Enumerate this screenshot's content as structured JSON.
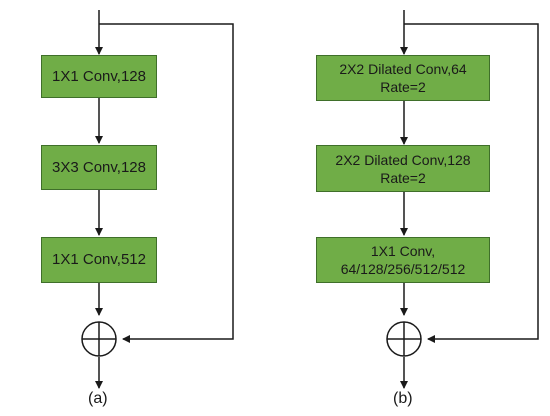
{
  "diagram_a": {
    "caption": "(a)",
    "blocks": [
      {
        "line1": "1X1 Conv,128"
      },
      {
        "line1": "3X3 Conv,128"
      },
      {
        "line1": "1X1 Conv,512"
      }
    ]
  },
  "diagram_b": {
    "caption": "(b)",
    "blocks": [
      {
        "line1": "2X2 Dilated Conv,64",
        "line2": "Rate=2"
      },
      {
        "line1": "2X2 Dilated Conv,128",
        "line2": "Rate=2"
      },
      {
        "line1": "1X1 Conv,",
        "line2": "64/128/256/512/512"
      }
    ]
  },
  "colors": {
    "block_fill": "#70ad47",
    "block_border": "#3f6f2a",
    "line": "#1a1a1a"
  }
}
